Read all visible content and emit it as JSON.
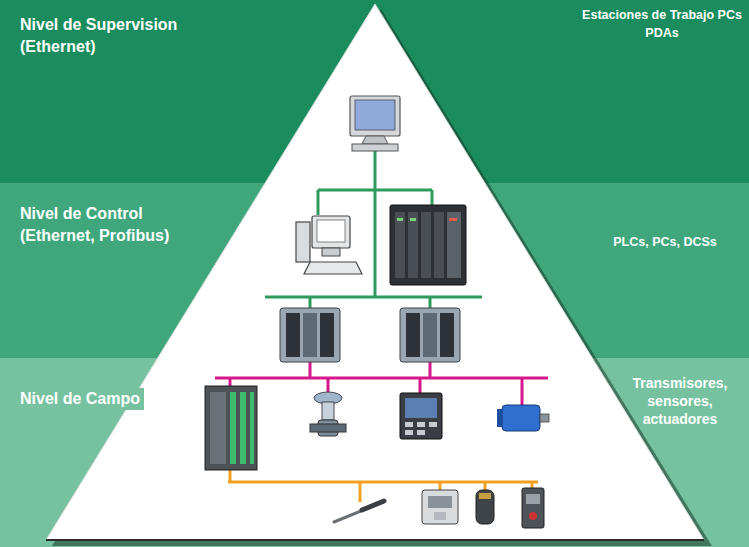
{
  "diagram": {
    "nodes": [
      {
        "text": [
          "Nivel de Supervision (Ethernet)",
          "Estaciones de Trabajo PCs PDAs"
        ]
      },
      {
        "text": [
          "Nivel de Control (Ethernet, Profibus)",
          "PLCs, PCs, DCSs"
        ]
      },
      {
        "text": [
          "Nivel de Campo",
          "Transmisores, sensores, actuadores"
        ]
      }
    ]
  }
}
